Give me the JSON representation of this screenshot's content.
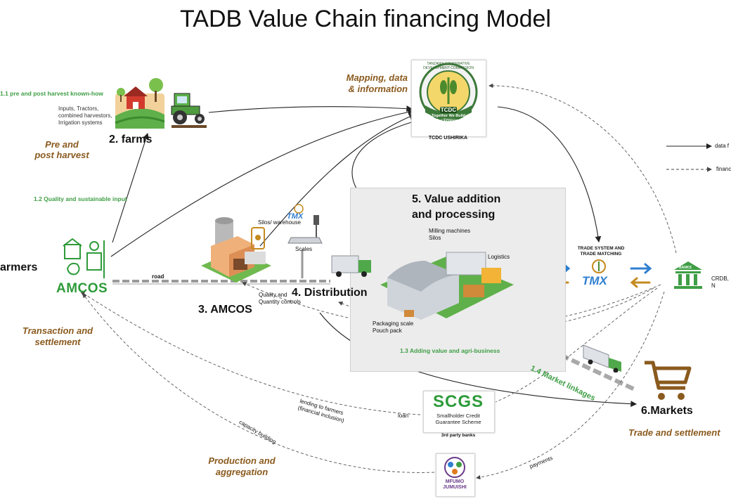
{
  "title": "TADB Value Chain financing Model",
  "nodes": {
    "farmers": "armers",
    "amcos_logo": "AMCOS",
    "farms": "2. farms",
    "farms_inputs": [
      "Inputs, Tractors,",
      "combined harvestors,",
      "Irrigation systems"
    ],
    "amcos_node": "3. AMCOS",
    "distribution": "4. Distribution",
    "value_addition": [
      "5. Value addition",
      "and processing"
    ],
    "markets": "6.Markets",
    "tcdc_caption": "TCDC USHIRIKA",
    "tcdc_ring": "TANZANIA COOPERATIVE DEVELOPMENT COMMISSION",
    "tcdc_badge": "TCDC",
    "tcdc_motto": [
      "Together We Build",
      "Our Economy"
    ],
    "trade_system": [
      "TRADE SYSTEM AND",
      "TRADE MATCHING"
    ],
    "tmx": "TMX",
    "banks": "BANKS",
    "banks_caption": "CRDB, N",
    "scgs": "SCGS",
    "scgs_sub": [
      "Smallholder Credit",
      "Guarantee Scheme"
    ],
    "scgs_caption": "3rd party banks",
    "mfumo": [
      "MFUMO",
      "JUMUISHI"
    ]
  },
  "labels": {
    "pre_post_knowhow": "1.1 pre and post harvest known-how",
    "quality_input": "1.2 Quality and sustainable input",
    "adding_value": "1.3 Adding value and agri-business",
    "market_linkages": "1.4 Market linkages",
    "mapping": [
      "Mapping, data",
      "& information"
    ],
    "pre_post": [
      "Pre and",
      "post harvest"
    ],
    "transaction": [
      "Transaction and",
      "settlement"
    ],
    "production": [
      "Production and",
      "aggregation"
    ],
    "trade_settlement": "Trade and settlement",
    "road": "road",
    "silos": "Silos/ warehouse",
    "scales": "Scales",
    "quality_controls": [
      "Quality and",
      "Quantity controls"
    ],
    "milling": [
      "Milling machines",
      "Silos"
    ],
    "logistics": "Logistics",
    "packaging": [
      "Packaging scale",
      "Pouch pack"
    ],
    "lending": [
      "lending to farmers",
      "(financial inclusion)"
    ],
    "loan": "loan",
    "capacity": "capacity building",
    "payments": "payments"
  },
  "legend": {
    "data_flow": "data f",
    "finance_flow": "financ"
  },
  "colors": {
    "brown": "#8a5a1e",
    "green": "#3f9e45",
    "tmx_blue": "#2f7fd0",
    "tmx_gold": "#c58a1f",
    "cart": "#8a5a1e"
  }
}
